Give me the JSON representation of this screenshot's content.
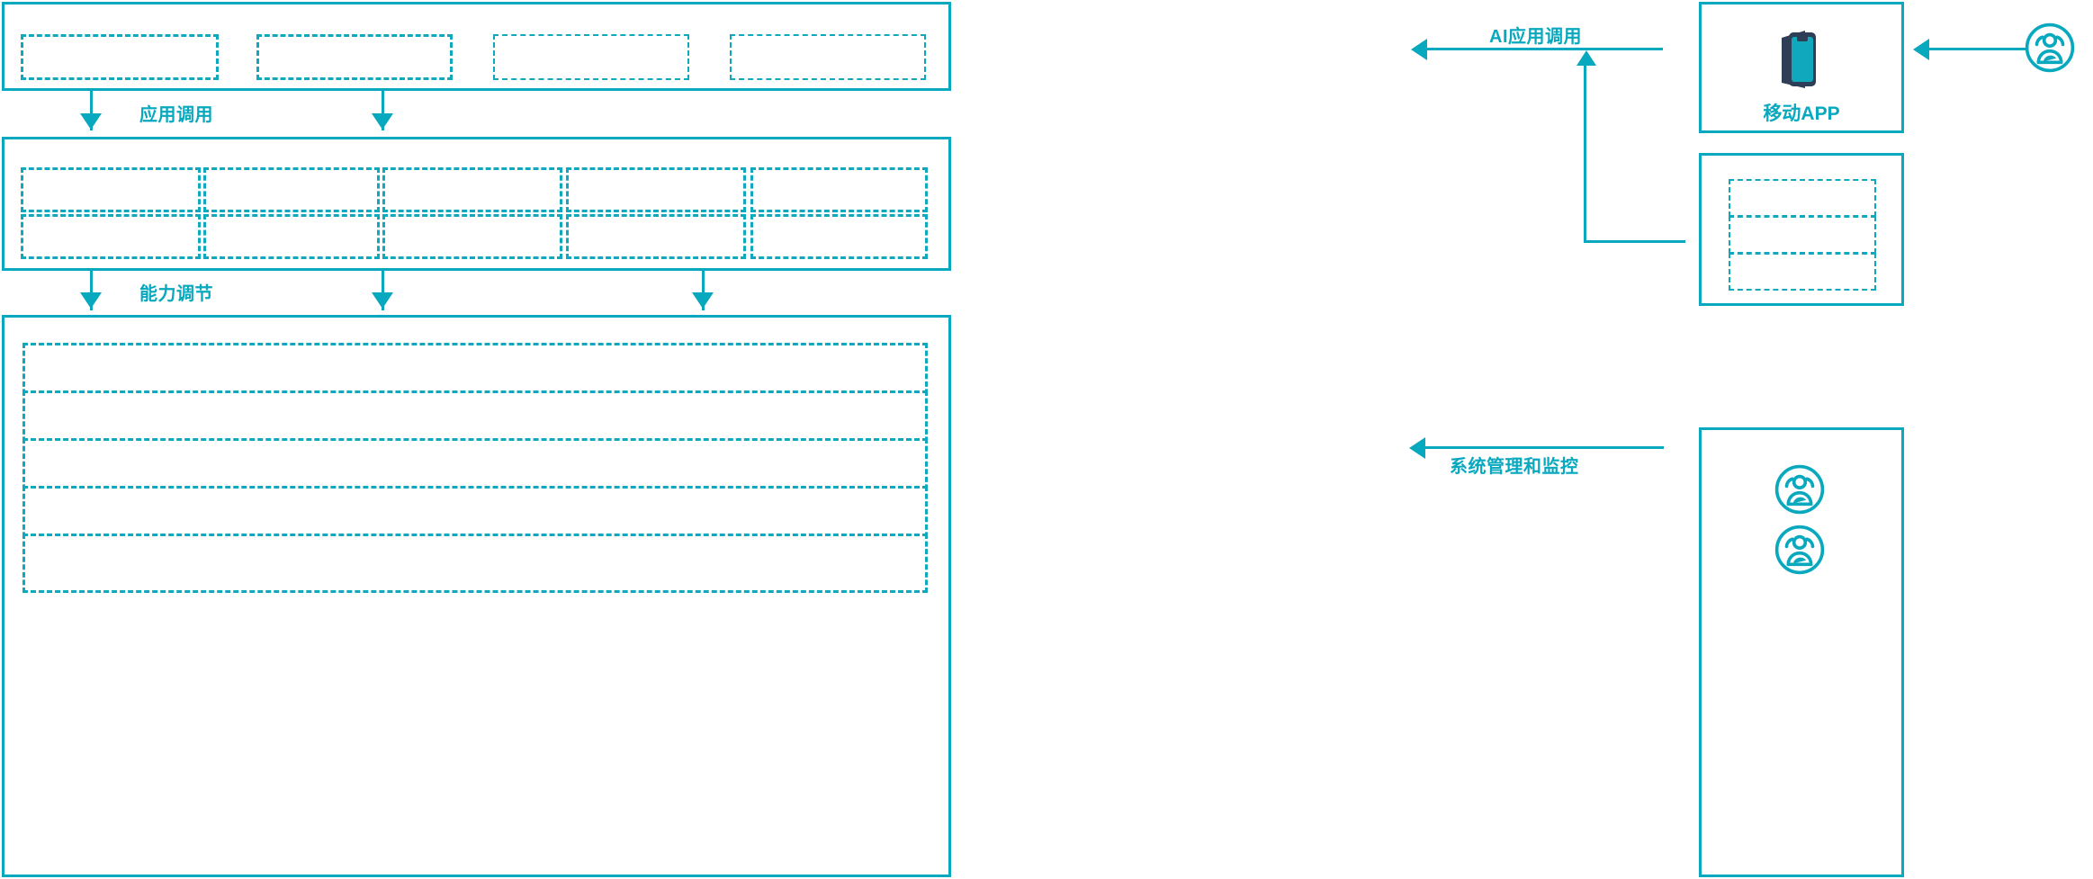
{
  "diagram": {
    "accent_color": "#08A8BE",
    "dashed_color": "#0FA8BC",
    "phone_frame_color": "#2D3E56",
    "phone_screen_color": "#0FA8BC",
    "background_color": "#FFFFFF"
  },
  "connectors": [
    {
      "id": "app-call",
      "label": "应用调用",
      "direction": "down"
    },
    {
      "id": "capability-call",
      "label": "能力调节",
      "direction": "down"
    },
    {
      "id": "ai-app-call",
      "label": "AI应用调用",
      "direction": "left"
    },
    {
      "id": "sys-monitor",
      "label": "系统管理和监控",
      "direction": "left"
    }
  ],
  "layers": {
    "application_layer": {
      "name": "application-layer",
      "blocks": [
        {
          "id": "app-block-1",
          "label": ""
        },
        {
          "id": "app-block-2",
          "label": ""
        },
        {
          "id": "app-block-3",
          "label": ""
        },
        {
          "id": "app-block-4",
          "label": ""
        }
      ]
    },
    "capability_layer": {
      "name": "capability-layer",
      "columns": [
        {
          "id": "cap-col-1",
          "top": {
            "label": ""
          },
          "bottom": {
            "label": ""
          }
        },
        {
          "id": "cap-col-2",
          "top": {
            "label": ""
          },
          "bottom": {
            "label": ""
          }
        },
        {
          "id": "cap-col-3",
          "top": {
            "label": ""
          },
          "bottom": {
            "label": ""
          }
        },
        {
          "id": "cap-col-4",
          "top": {
            "label": ""
          },
          "bottom": {
            "label": ""
          }
        },
        {
          "id": "cap-col-5",
          "top": {
            "label": ""
          },
          "bottom": {
            "label": ""
          }
        }
      ]
    },
    "platform_layer": {
      "name": "platform-layer",
      "rows": [
        {
          "id": "platform-row-1",
          "label": ""
        },
        {
          "id": "platform-row-2",
          "label": ""
        },
        {
          "id": "platform-row-3",
          "label": ""
        },
        {
          "id": "platform-row-4",
          "label": ""
        },
        {
          "id": "platform-row-5",
          "label": ""
        }
      ]
    }
  },
  "right_column": {
    "mobile_app_card": {
      "name": "mobile-app-card",
      "caption": "移动APP",
      "icon": "smartphone-icon"
    },
    "channel_card": {
      "name": "channel-card",
      "blocks": [
        {
          "id": "channel-block-1",
          "label": ""
        },
        {
          "id": "channel-block-2",
          "label": ""
        },
        {
          "id": "channel-block-3",
          "label": ""
        }
      ]
    },
    "operator_card": {
      "name": "operator-card",
      "icons": [
        {
          "id": "operator-icon-1",
          "icon": "user-group-icon"
        },
        {
          "id": "operator-icon-2",
          "icon": "user-group-icon"
        }
      ]
    },
    "end_user": {
      "name": "end-user-actor",
      "icon": "user-group-icon"
    }
  }
}
